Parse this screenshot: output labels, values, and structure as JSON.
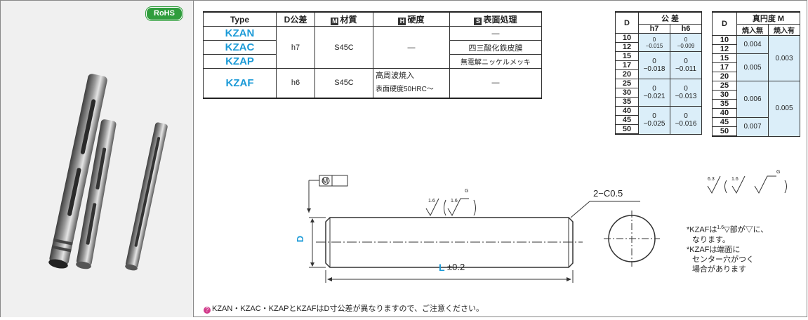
{
  "badge": "RoHS",
  "spec_table": {
    "headers": {
      "type": "Type",
      "d_tol": "D公差",
      "material_mark": "M",
      "material": "材質",
      "hardness_mark": "H",
      "hardness": "硬度",
      "surface_mark": "S",
      "surface": "表面処理"
    },
    "rows": [
      {
        "type": "KZAN",
        "surface": "—"
      },
      {
        "type": "KZAC",
        "d_tol": "h7",
        "material": "S45C",
        "hardness": "—",
        "surface": "四三酸化鉄皮膜"
      },
      {
        "type": "KZAP",
        "surface": "無電解ニッケルメッキ"
      },
      {
        "type": "KZAF",
        "d_tol": "h6",
        "material": "S45C",
        "hardness_line1": "高周波焼入",
        "hardness_line2": "表面硬度50HRC〜",
        "surface": "—"
      }
    ]
  },
  "tolerance_table": {
    "header_d": "D",
    "header_group": "公 差",
    "col1": "h7",
    "col2": "h6",
    "d_values": [
      "10",
      "12",
      "15",
      "17",
      "20",
      "25",
      "30",
      "35",
      "40",
      "45",
      "50"
    ],
    "groups": [
      {
        "h7": [
          "0",
          "−0.015"
        ],
        "h6": [
          "0",
          "−0.009"
        ]
      },
      {
        "h7": [
          "0",
          "−0.018"
        ],
        "h6": [
          "0",
          "−0.011"
        ]
      },
      {
        "h7": [
          "0",
          "−0.021"
        ],
        "h6": [
          "0",
          "−0.013"
        ]
      },
      {
        "h7": [
          "0",
          "−0.025"
        ],
        "h6": [
          "0",
          "−0.016"
        ]
      }
    ]
  },
  "roundness_table": {
    "header_d": "D",
    "header_group": "真円度 M",
    "col1": "焼入無",
    "col2": "焼入有",
    "d_values": [
      "10",
      "12",
      "15",
      "17",
      "20",
      "25",
      "30",
      "35",
      "40",
      "45",
      "50"
    ],
    "col1_values": [
      "0.004",
      "0.005",
      "0.006",
      "0.007"
    ],
    "col2_values": [
      "0.003",
      "0.005"
    ]
  },
  "drawing": {
    "roundness_symbol": "○",
    "roundness_ref": "M",
    "chamfer": "2−C0.5",
    "dim_d": "D",
    "dim_l": "L",
    "dim_l_tol": "±0.2",
    "roughness_a": "1.6",
    "roughness_b": "1.6",
    "roughness_g": "G",
    "legend_a": "6.3",
    "legend_b": "1.6",
    "legend_g": "G"
  },
  "notes": {
    "n1_a": "*KZAFは",
    "n1_roughness": "1.6",
    "n1_b": "部が",
    "n1_c": "に、",
    "n1_d": "なります。",
    "n2_a": "*KZAFは端面に",
    "n2_b": "センター穴がつく",
    "n2_c": "場合があります"
  },
  "footer": {
    "icon": "?",
    "text": "KZAN・KZAC・KZAPとKZAFはD寸公差が異なりますので、ご注意ください。"
  },
  "colors": {
    "type_code": "#1b9ad7",
    "table_fill": "#dbeef9",
    "rohs": "#2f9d3c",
    "caution": "#d23d8c"
  }
}
